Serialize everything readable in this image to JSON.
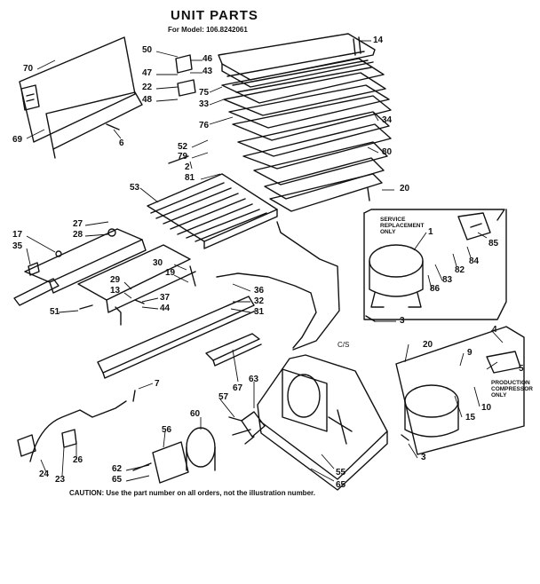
{
  "header": {
    "title": "UNIT PARTS",
    "model": "For Model: 106.8242061"
  },
  "notes": {
    "service_replacement": [
      "SERVICE",
      "REPLACEMENT",
      "ONLY"
    ],
    "production_compressor": [
      "PRODUCTION",
      "COMPRESSOR",
      "ONLY"
    ],
    "cs": "C/S"
  },
  "footer": {
    "caution": "CAUTION: Use the part number on all orders, not the illustration number."
  },
  "callouts": [
    "70",
    "50",
    "46",
    "14",
    "47",
    "43",
    "22",
    "75",
    "48",
    "33",
    "76",
    "34",
    "69",
    "6",
    "52",
    "79",
    "80",
    "2",
    "81",
    "53",
    "20",
    "27",
    "28",
    "17",
    "35",
    "30",
    "19",
    "29",
    "13",
    "37",
    "44",
    "51",
    "36",
    "32",
    "31",
    "1",
    "85",
    "82",
    "84",
    "83",
    "86",
    "3",
    "20",
    "4",
    "9",
    "5",
    "15",
    "10",
    "3",
    "7",
    "57",
    "63",
    "67",
    "60",
    "56",
    "24",
    "23",
    "26",
    "62",
    "65",
    "55",
    "65"
  ],
  "colors": {
    "ink": "#111111",
    "paper": "#ffffff"
  }
}
